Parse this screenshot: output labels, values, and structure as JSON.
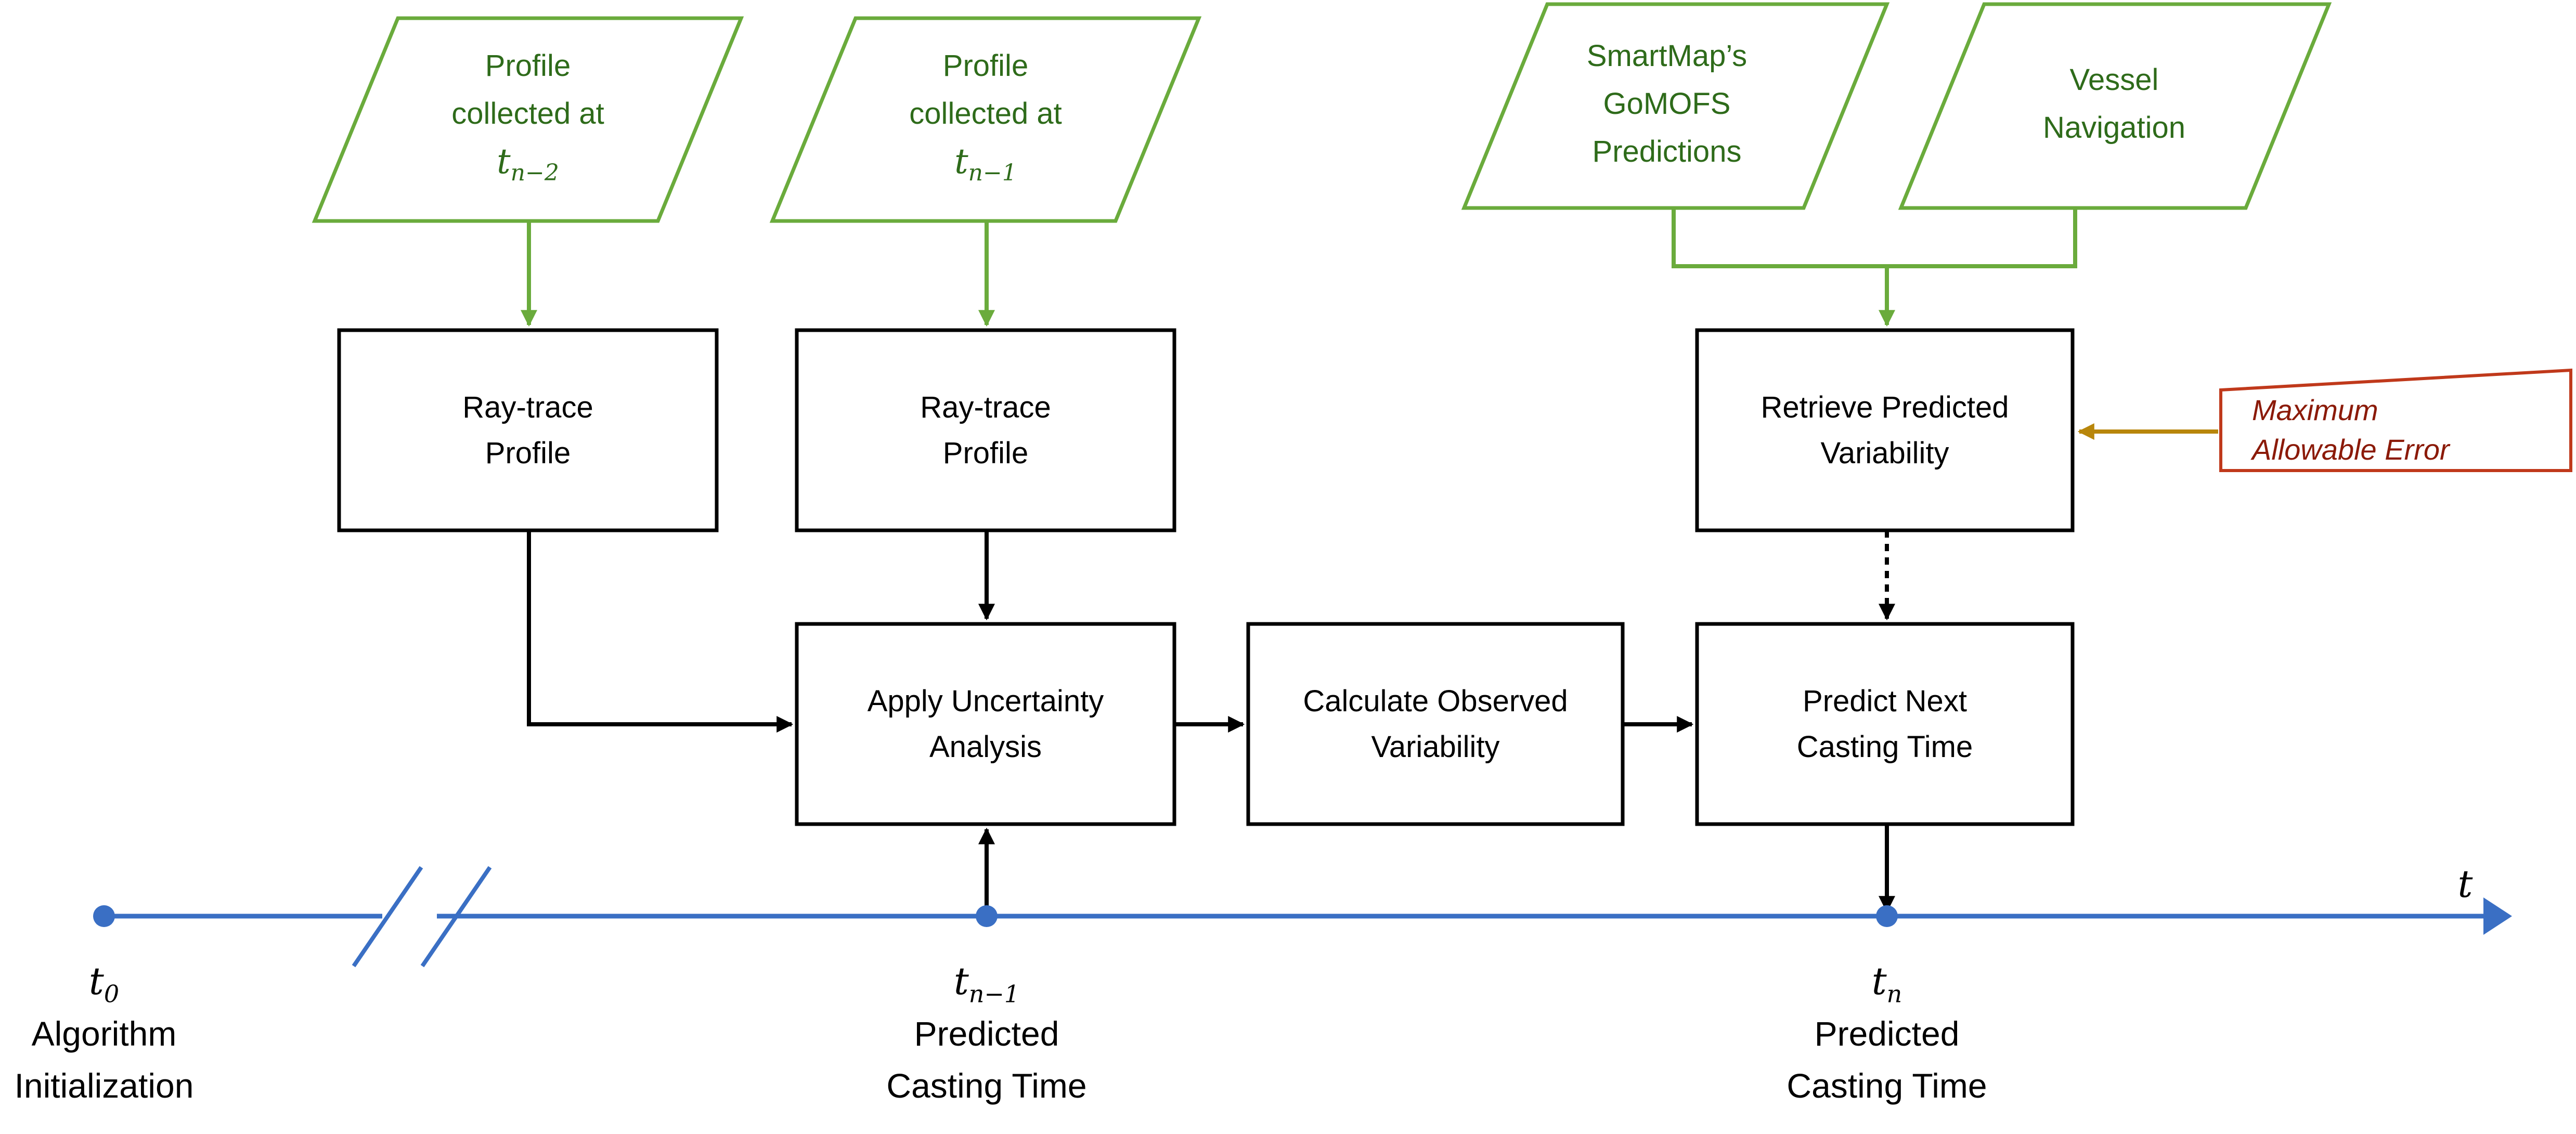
{
  "inputs": {
    "profile_n2": {
      "label": "Profile\ncollected at",
      "symbol": "t",
      "subscript": "n−2"
    },
    "profile_n1": {
      "label": "Profile\ncollected at",
      "symbol": "t",
      "subscript": "n−1"
    },
    "smartmap": {
      "label": "SmartMap’s\nGoMOFS\nPredictions"
    },
    "vessel_nav": {
      "label": "Vessel\nNavigation"
    }
  },
  "processes": {
    "raytrace_1": "Ray-trace\nProfile",
    "raytrace_2": "Ray-trace\nProfile",
    "retrieve_variability": "Retrieve Predicted\nVariability",
    "apply_uncertainty": "Apply Uncertainty\nAnalysis",
    "calc_variability": "Calculate Observed\nVariability",
    "predict_next": "Predict Next\nCasting Time"
  },
  "external": {
    "max_error": "Maximum\nAllowable Error"
  },
  "timeline": {
    "axis_symbol": "t",
    "points": [
      {
        "symbol": "t",
        "subscript": "0",
        "label": "Algorithm\nInitialization"
      },
      {
        "symbol": "t",
        "subscript": "n−1",
        "label": "Predicted\nCasting Time"
      },
      {
        "symbol": "t",
        "subscript": "n",
        "label": "Predicted\nCasting Time"
      }
    ]
  },
  "colors": {
    "input_stroke": "#6aab3c",
    "input_text": "#2e6b1a",
    "timeline": "#3a6fc4",
    "external_stroke": "#c0391b",
    "external_text": "#8b1a08",
    "external_arrow": "#b8860b",
    "box_stroke": "#000000"
  }
}
